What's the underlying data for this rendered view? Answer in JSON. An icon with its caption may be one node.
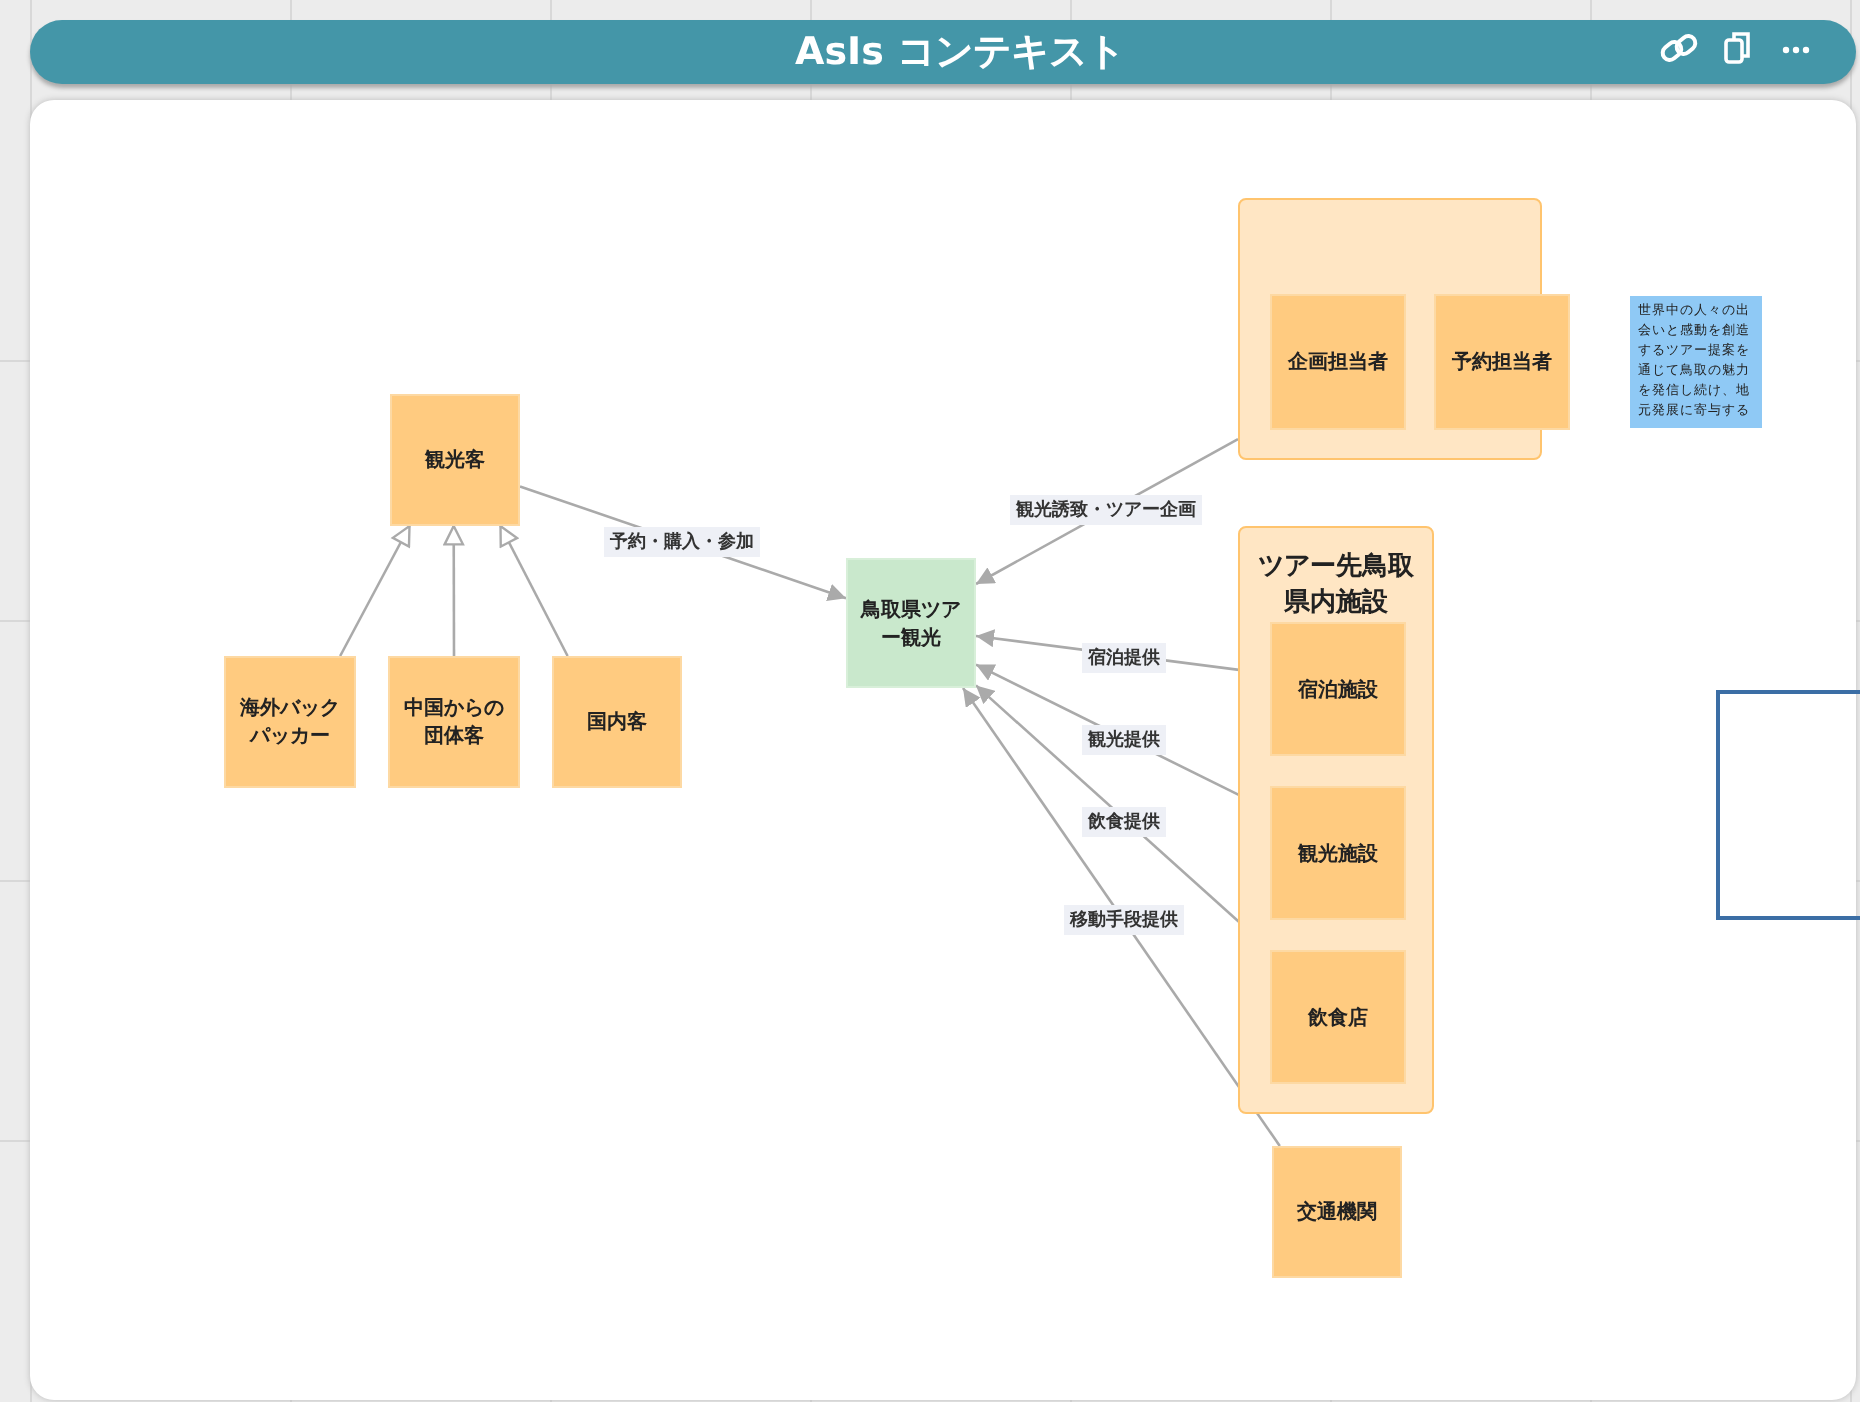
{
  "diagram": {
    "title": "AsIs コンテキスト",
    "nodes": [
      {
        "text": [
          "観光客"
        ]
      },
      {
        "text": [
          "海外バックパッカー"
        ]
      },
      {
        "text": [
          "中国からの団体客"
        ]
      },
      {
        "text": [
          "国内客"
        ]
      },
      {
        "text": [
          "鳥取県ツアー観光"
        ]
      },
      {
        "text": [],
        "shape": "box"
      },
      {
        "text": [
          "企画担当者"
        ],
        "in": 5
      },
      {
        "text": [
          "予約担当者"
        ],
        "in": 5
      },
      {
        "text": [
          "世界中の人々の出会いと感動を創造するツアー提案を通じて鳥取の魅力を発信し続け、地元発展に寄与する"
        ]
      },
      {
        "text": [
          "ツアー先鳥取県内施設"
        ]
      },
      {
        "text": [
          "宿泊施設"
        ],
        "in": 9
      },
      {
        "text": [
          "観光施設"
        ],
        "in": 9
      },
      {
        "text": [
          "飲食店"
        ],
        "in": 9
      },
      {
        "text": [
          "交通機関"
        ]
      }
    ],
    "edges": [
      {
        "from": 1,
        "to": 0,
        "arrow": "to"
      },
      {
        "from": 2,
        "to": 0,
        "arrow": "to"
      },
      {
        "from": 3,
        "to": 0,
        "arrow": "to"
      },
      {
        "from": 0,
        "to": 4,
        "arrow": "to",
        "label": "予約・購入・参加"
      },
      {
        "from": 5,
        "to": 4,
        "arrow": "to",
        "label": "観光誘致・ツアー企画"
      },
      {
        "from": 10,
        "to": 4,
        "arrow": "to",
        "label": "宿泊提供"
      },
      {
        "from": 11,
        "to": 4,
        "arrow": "to",
        "label": "観光提供"
      },
      {
        "from": 12,
        "to": 4,
        "arrow": "to",
        "label": "飲食提供"
      },
      {
        "from": 13,
        "to": 4,
        "arrow": "to",
        "label": "移動手段提供"
      }
    ]
  }
}
